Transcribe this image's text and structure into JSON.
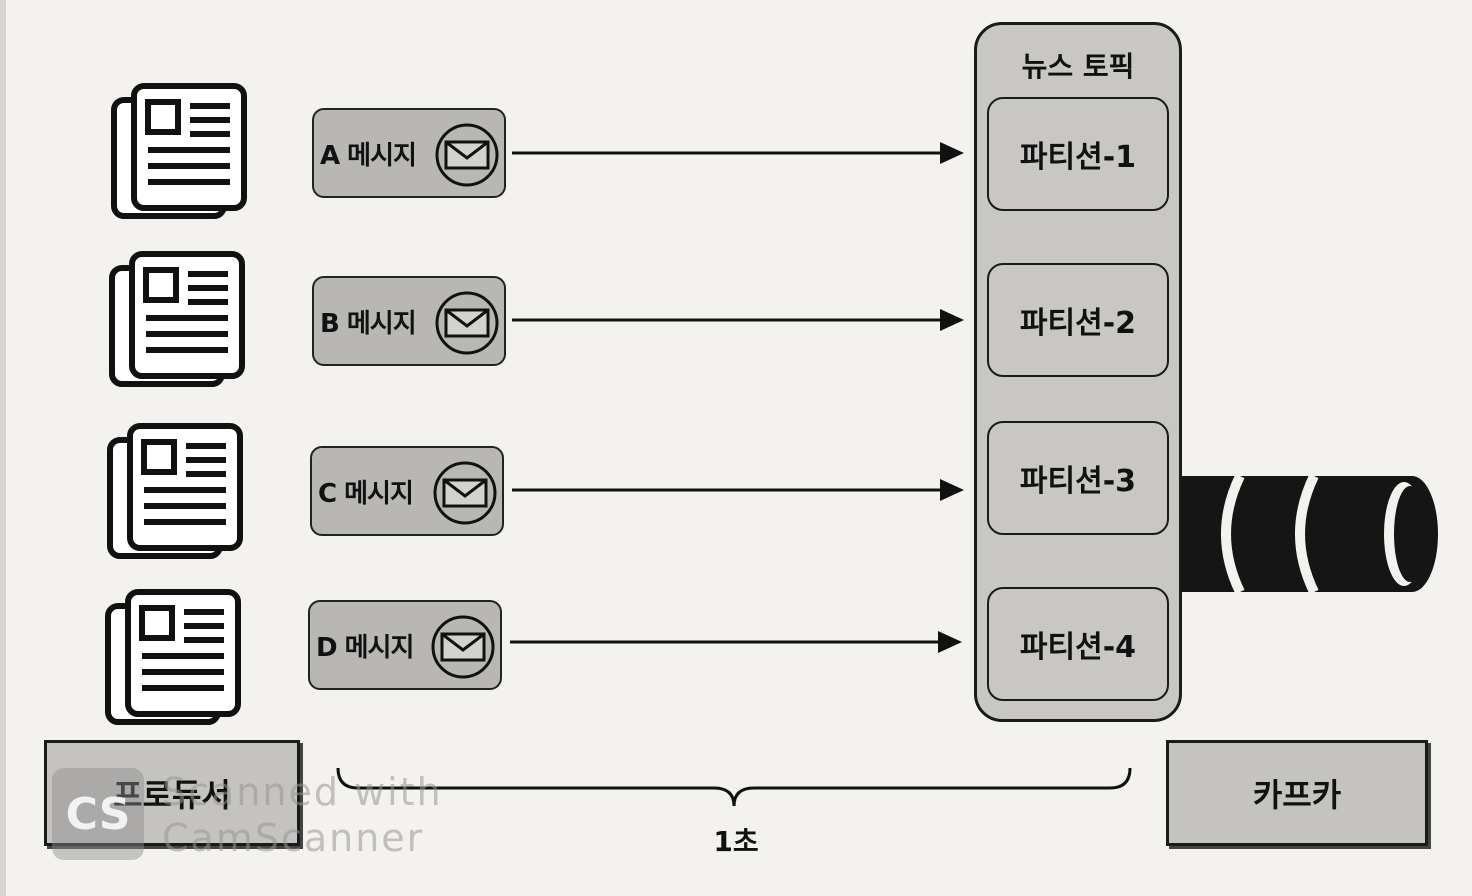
{
  "producers": [
    {
      "message_label": "A 메시지"
    },
    {
      "message_label": "B 메시지"
    },
    {
      "message_label": "C 메시지"
    },
    {
      "message_label": "D 메시지"
    }
  ],
  "topic": {
    "title": "뉴스 토픽",
    "partitions": [
      "파티션-1",
      "파티션-2",
      "파티션-3",
      "파티션-4"
    ]
  },
  "labels": {
    "producer": "프로듀서",
    "kafka": "카프카",
    "duration": "1초"
  },
  "watermark": {
    "logo": "CS",
    "line1": "Scanned with",
    "line2": "CamScanner"
  },
  "colors": {
    "background": "#f3f2ef",
    "message_fill": "#b9b7b4",
    "topic_fill": "#c9c7c3",
    "label_fill": "#c5c3bf",
    "stroke": "#1a1a1a"
  },
  "icons": {
    "producer": "newspaper-icon",
    "message": "envelope-icon",
    "kafka": "log-cylinder-icon"
  }
}
